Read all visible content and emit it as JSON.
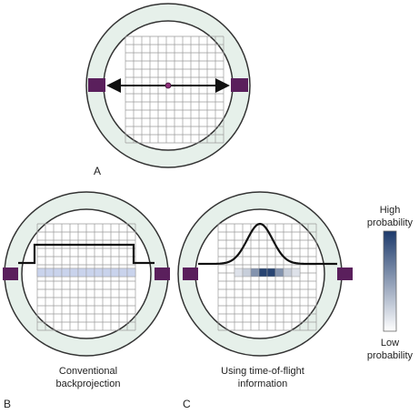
{
  "panels": {
    "a": {
      "letter": "A"
    },
    "b": {
      "letter": "B",
      "caption_line1": "Conventional",
      "caption_line2": "backprojection"
    },
    "c": {
      "letter": "C",
      "caption_line1": "Using time-of-flight",
      "caption_line2": "information"
    }
  },
  "legend": {
    "top_line1": "High",
    "top_line2": "probability",
    "bottom_line1": "Low",
    "bottom_line2": "probability"
  },
  "colors": {
    "ring_fill": "#e6f0ea",
    "ring_stroke": "#333333",
    "detector": "#5a1f5c",
    "grid_line": "#9a9a9a",
    "annihilation_point": "#8e2f7a",
    "high_probability": "#1d3a6b",
    "low_probability": "#ffffff",
    "uniform_backprojection": "#c9d3ec"
  },
  "tof_row_probabilities": [
    0.15,
    0.25,
    0.55,
    0.95,
    0.95,
    0.55,
    0.25,
    0.15
  ]
}
